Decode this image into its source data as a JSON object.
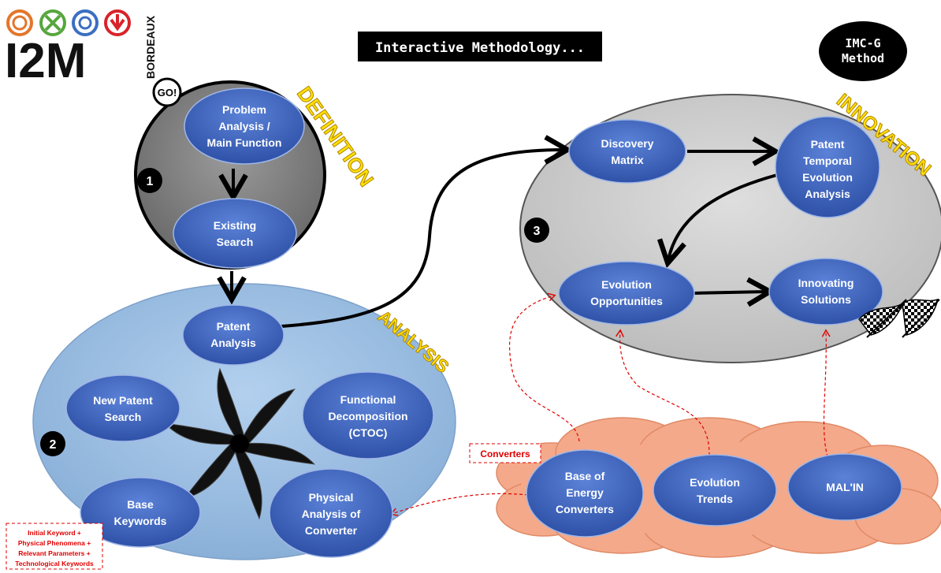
{
  "title": "Interactive Methodology...",
  "method_badge": [
    "IMC-G",
    "Method"
  ],
  "logo": {
    "letters": "I2M",
    "side": "BORDEAUX"
  },
  "go_badge": "GO!",
  "phases": {
    "definition": "DEFINITION",
    "analysis": "ANALYSIS",
    "innovation": "INNOVATION"
  },
  "step_numbers": [
    "1",
    "2",
    "3"
  ],
  "nodes": {
    "problem_analysis": [
      "Problem",
      "Analysis /",
      "Main Function"
    ],
    "existing_search": [
      "Existing",
      "Search"
    ],
    "patent_analysis": [
      "Patent",
      "Analysis"
    ],
    "new_patent_search": [
      "New Patent",
      "Search"
    ],
    "functional_decomposition": [
      "Functional",
      "Decomposition",
      "(CTOC)"
    ],
    "base_keywords": [
      "Base",
      "Keywords"
    ],
    "physical_analysis": [
      "Physical",
      "Analysis of",
      "Converter"
    ],
    "discovery_matrix": [
      "Discovery",
      "Matrix"
    ],
    "patent_temporal": [
      "Patent",
      "Temporal",
      "Evolution",
      "Analysis"
    ],
    "evolution_opportunities": [
      "Evolution",
      "Opportunities"
    ],
    "innovating_solutions": [
      "Innovating",
      "Solutions"
    ],
    "base_energy_converters": [
      "Base of",
      "Energy",
      "Converters"
    ],
    "evolution_trends": [
      "Evolution",
      "Trends"
    ],
    "malin": [
      "MAL'IN"
    ]
  },
  "labels": {
    "converters": "Converters",
    "keywords_note": [
      "Initial Keyword +",
      "Physical Phenomena +",
      "Relevant Parameters +",
      "Technological Keywords"
    ]
  },
  "colors": {
    "node_blue": "#3f64c2",
    "analysis_fill": "#9dbfe2",
    "definition_fill": "#7f7f7f",
    "innovation_fill": "#d0d0d0",
    "cloud_fill": "#f4a98a",
    "phase_yellow": "#ffe100",
    "dashed_red": "#e10000"
  }
}
